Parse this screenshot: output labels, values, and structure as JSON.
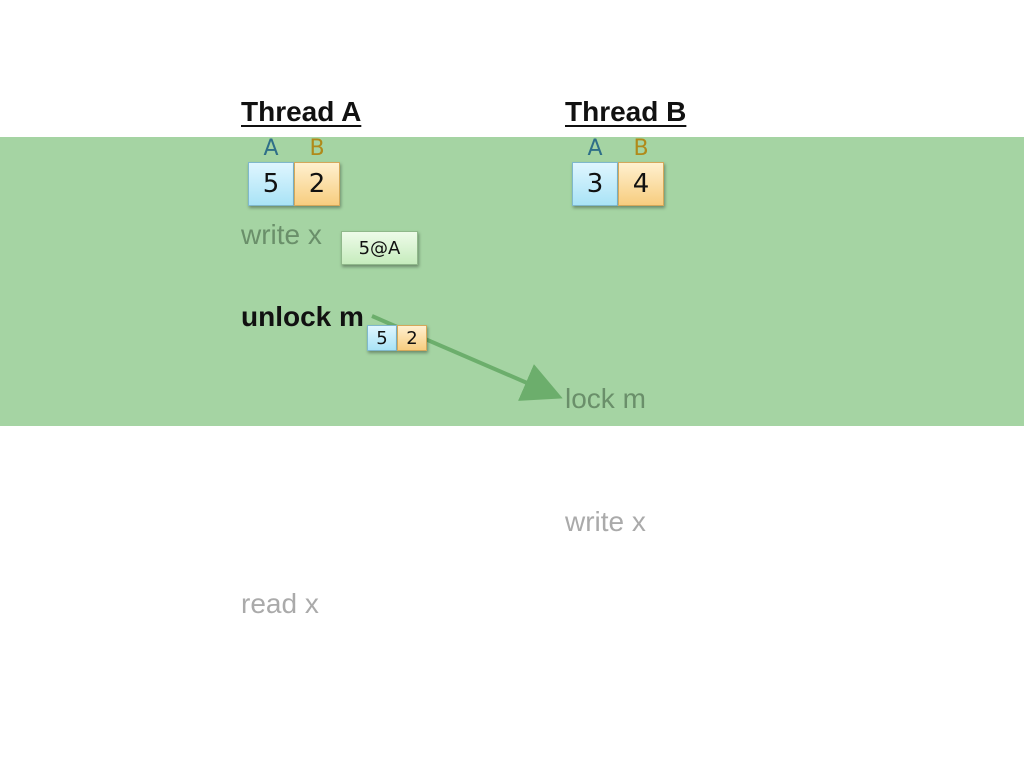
{
  "threads": {
    "a": {
      "title": "Thread A",
      "clock": {
        "label_a": "A",
        "label_b": "B",
        "value_a": "5",
        "value_b": "2"
      }
    },
    "b": {
      "title": "Thread B",
      "clock": {
        "label_a": "A",
        "label_b": "B",
        "value_a": "3",
        "value_b": "4"
      }
    }
  },
  "ops": {
    "a_write": "write  x",
    "a_unlock": "unlock m",
    "a_read": "read x",
    "b_lock": "lock m",
    "b_write": "write x"
  },
  "write_tag": "5@A",
  "message_clock": {
    "value_a": "5",
    "value_b": "2"
  },
  "colors": {
    "band": "#a5d4a3",
    "arrow": "#6cae6c",
    "clock_a": "#a9e3f6",
    "clock_b": "#f7cd7f"
  }
}
